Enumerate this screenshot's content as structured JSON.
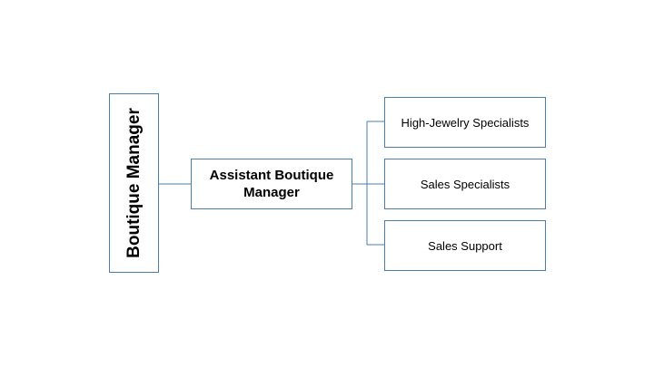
{
  "org_chart": {
    "root": {
      "label": "Boutique Manager"
    },
    "assistant": {
      "label": "Assistant Boutique Manager"
    },
    "reports": [
      {
        "label": "High-Jewelry Specialists"
      },
      {
        "label": "Sales Specialists"
      },
      {
        "label": "Sales Support"
      }
    ]
  },
  "colors": {
    "box_border": "#4a7eb1",
    "connector": "#4a7eb1",
    "text": "#000000",
    "background": "#ffffff"
  }
}
